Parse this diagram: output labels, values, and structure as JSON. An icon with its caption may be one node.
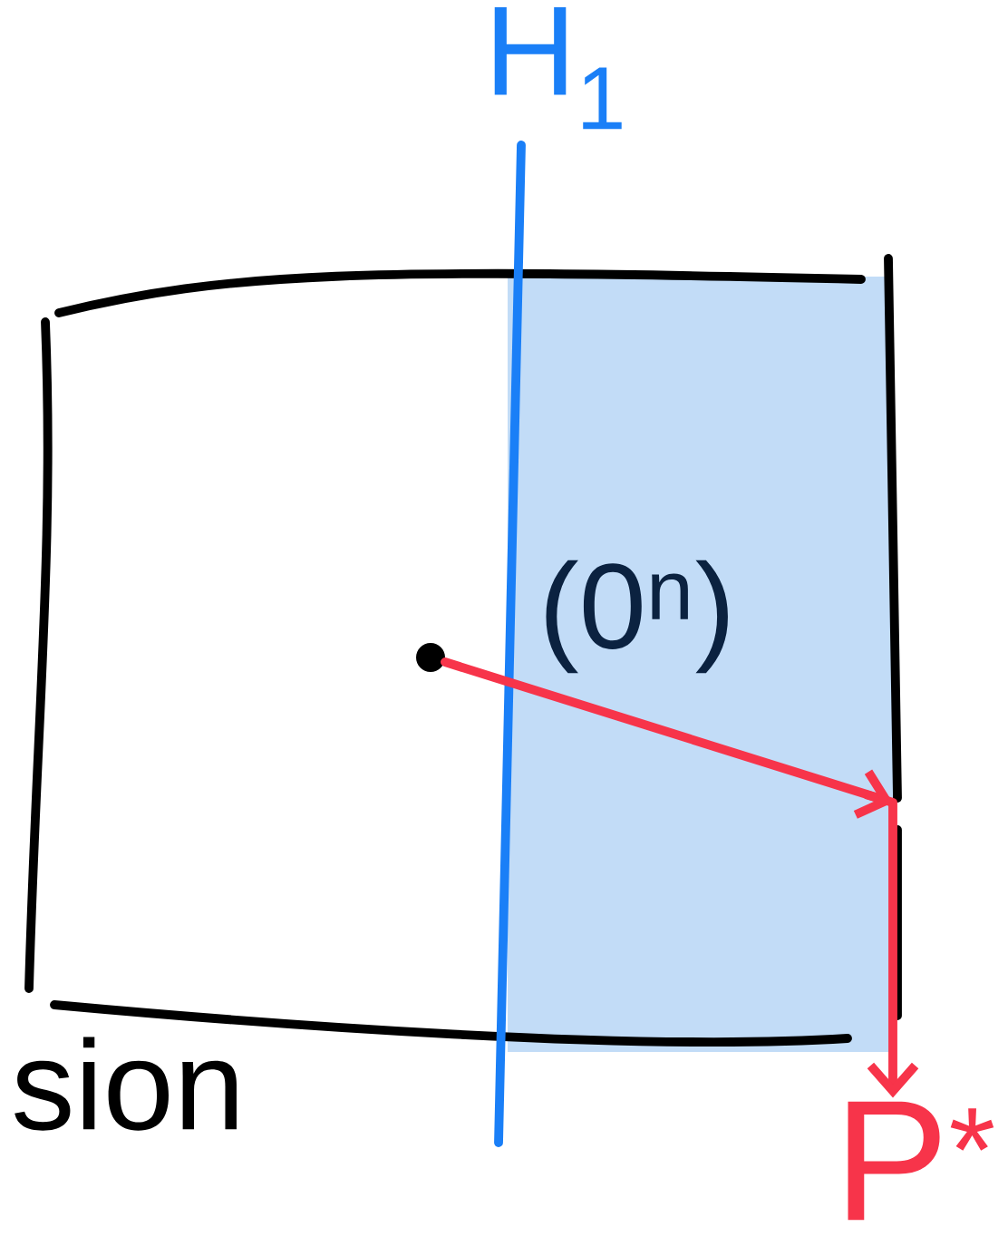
{
  "diagram": {
    "nodes": [
      {
        "text": [],
        "shape": "circle"
      },
      {
        "text": [
          "P$^{*}$"
        ]
      }
    ],
    "edges": [
      {
        "from": 0,
        "to": 1,
        "arrow": "to"
      }
    ],
    "labels": [
      "H$_{1}$",
      "(0$^{n}$)",
      "sion"
    ]
  }
}
